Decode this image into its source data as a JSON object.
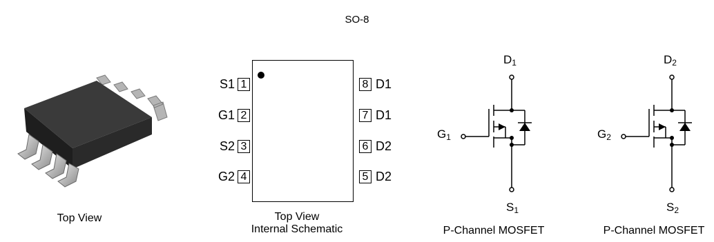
{
  "title": "SO-8",
  "package_caption": "Top View",
  "schematic": {
    "caption_line1": "Top View",
    "caption_line2": "Internal Schematic",
    "pins_left": [
      {
        "label": "S1",
        "num": "1"
      },
      {
        "label": "G1",
        "num": "2"
      },
      {
        "label": "S2",
        "num": "3"
      },
      {
        "label": "G2",
        "num": "4"
      }
    ],
    "pins_right": [
      {
        "label": "D1",
        "num": "8"
      },
      {
        "label": "D1",
        "num": "7"
      },
      {
        "label": "D2",
        "num": "6"
      },
      {
        "label": "D2",
        "num": "5"
      }
    ]
  },
  "mosfets": [
    {
      "drain": "D",
      "drain_sub": "1",
      "gate": "G",
      "gate_sub": "1",
      "source": "S",
      "source_sub": "1",
      "caption": "P-Channel MOSFET"
    },
    {
      "drain": "D",
      "drain_sub": "2",
      "gate": "G",
      "gate_sub": "2",
      "source": "S",
      "source_sub": "2",
      "caption": "P-Channel MOSFET"
    }
  ]
}
